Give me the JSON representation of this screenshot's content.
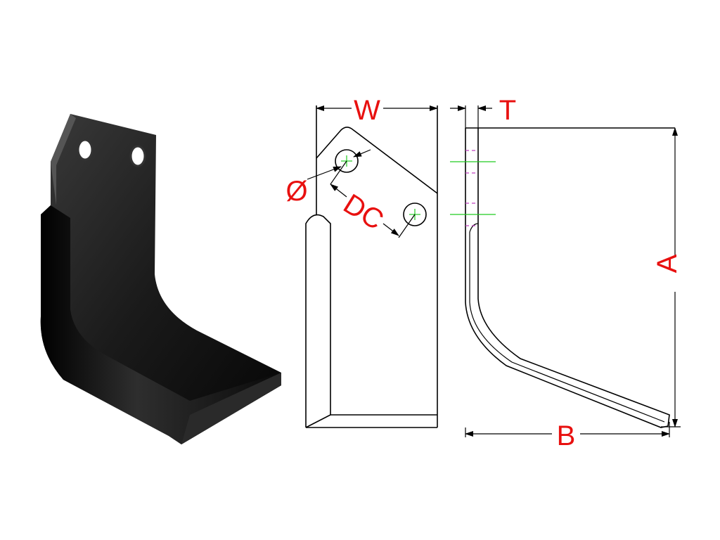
{
  "labels": {
    "width": "W",
    "thickness": "T",
    "hole_diameter": "Ø",
    "hole_distance": "DC",
    "height": "A",
    "length": "B"
  },
  "colors": {
    "dimension_text": "#e8100f",
    "centerline": "#22cc22",
    "hidden_line": "#c040c0",
    "part": "#111111"
  }
}
